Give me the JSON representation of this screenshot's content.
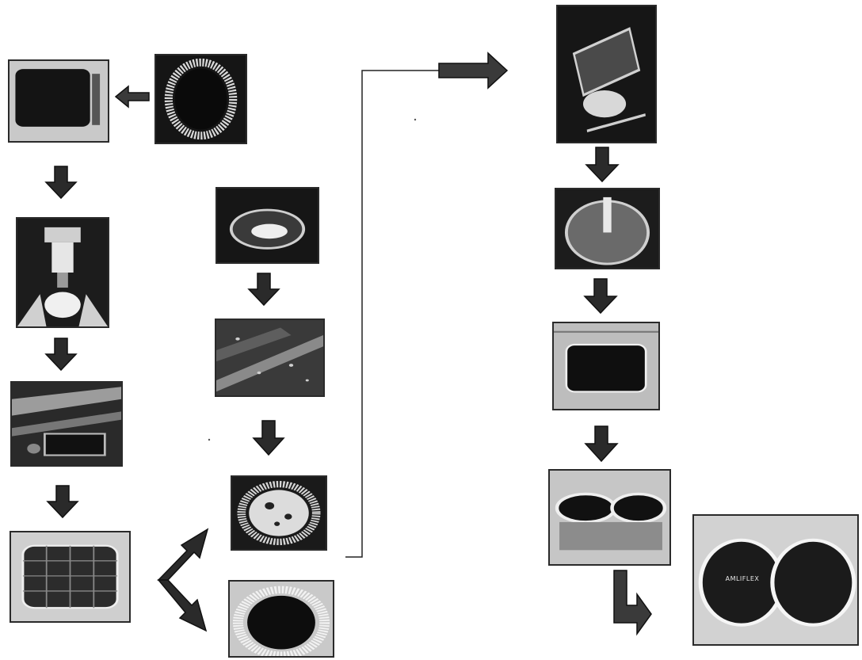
{
  "colors": {
    "background": "#ffffff",
    "photo_dark": "#1a1a1a",
    "photo_light": "#d9d9d9",
    "arrow_fill": "#3a3a3a",
    "arrow_stroke": "#111111",
    "connector": "#222222"
  },
  "diagram": {
    "steps": [
      {
        "id": "gasket-ring-photo",
        "icon": "oval-ring"
      },
      {
        "id": "dark-tile-photo",
        "icon": "dark-rectangle"
      },
      {
        "id": "machine-photo",
        "icon": "machine"
      },
      {
        "id": "tray-closeup-photo",
        "icon": "textured-tray"
      },
      {
        "id": "grid-tray-photo",
        "icon": "grid-tray"
      },
      {
        "id": "bowl-mixture-photo",
        "icon": "bowl"
      },
      {
        "id": "texture-closeup-photo",
        "icon": "texture"
      },
      {
        "id": "ring-with-cracks-photo",
        "icon": "cracked-ring"
      },
      {
        "id": "dark-ring-photo",
        "icon": "dark-ring"
      },
      {
        "id": "apparatus-photo",
        "icon": "apparatus"
      },
      {
        "id": "split-disc-photo",
        "icon": "split-disc"
      },
      {
        "id": "tray-in-frame-photo",
        "icon": "tray-frame"
      },
      {
        "id": "two-cups-photo",
        "icon": "two-cups"
      },
      {
        "id": "labeled-discs-photo",
        "icon": "labeled-discs",
        "label": "AMLIFLEX"
      }
    ],
    "arrows": [
      {
        "id": "arrow-gasket-to-tile",
        "direction": "left"
      },
      {
        "id": "arrow-tile-to-machine",
        "direction": "down"
      },
      {
        "id": "arrow-machine-to-tray",
        "direction": "down"
      },
      {
        "id": "arrow-tray-to-grid",
        "direction": "down"
      },
      {
        "id": "arrow-bowl-to-texture",
        "direction": "down"
      },
      {
        "id": "arrow-texture-to-ring",
        "direction": "down"
      },
      {
        "id": "arrow-branch-up",
        "direction": "up-right"
      },
      {
        "id": "arrow-branch-down",
        "direction": "down-right"
      },
      {
        "id": "arrow-to-apparatus",
        "direction": "right"
      },
      {
        "id": "arrow-apparatus-to-disc",
        "direction": "down"
      },
      {
        "id": "arrow-disc-to-frame",
        "direction": "down"
      },
      {
        "id": "arrow-frame-to-cups",
        "direction": "down"
      },
      {
        "id": "arrow-cups-to-discs",
        "direction": "down-then-right"
      }
    ]
  }
}
